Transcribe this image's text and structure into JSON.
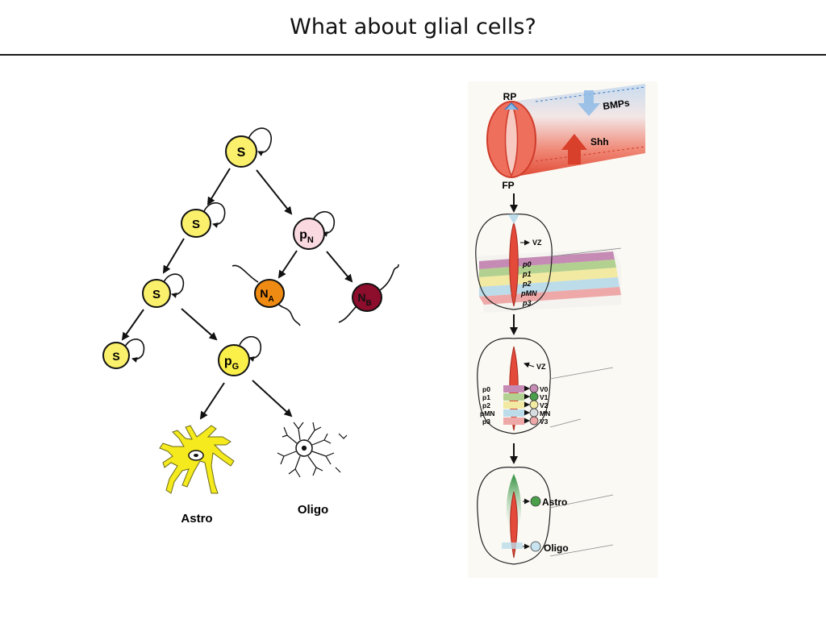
{
  "slide": {
    "title": "What about glial cells?"
  },
  "lineage": {
    "stem_label": "S",
    "neuron_progenitor": {
      "main": "p",
      "sub": "N"
    },
    "neuron_a": {
      "main": "N",
      "sub": "A"
    },
    "neuron_b": {
      "main": "N",
      "sub": "B"
    },
    "glial_progenitor": {
      "main": "p",
      "sub": "G"
    },
    "astro_caption": "Astro",
    "oligo_caption": "Oligo",
    "colors": {
      "stem": "#fbf06b",
      "neuron_progenitor": "#fbd9e0",
      "neuron_a": "#ef8a12",
      "neuron_b": "#8c0d2c",
      "glial_progenitor": "#fbf04a",
      "astro": "#f4ea1e"
    }
  },
  "neural_tube": {
    "roof_plate": "RP",
    "floor_plate": "FP",
    "bmp": "BMPs",
    "shh": "Shh",
    "vz": "VZ",
    "domains": [
      "p0",
      "p1",
      "p2",
      "pMN",
      "p3"
    ],
    "neuron_types": [
      "V0",
      "V1",
      "V2",
      "MN",
      "V3"
    ],
    "astro": "Astro",
    "oligo": "Oligo",
    "colors": {
      "p0": "#c58bb4",
      "p1": "#b2d08f",
      "p2": "#f2eaa2",
      "pMN": "#bcdcea",
      "p3": "#eea8a8",
      "astro_dot": "#4aa04a",
      "oligo_dot": "#c9e4f0"
    }
  }
}
